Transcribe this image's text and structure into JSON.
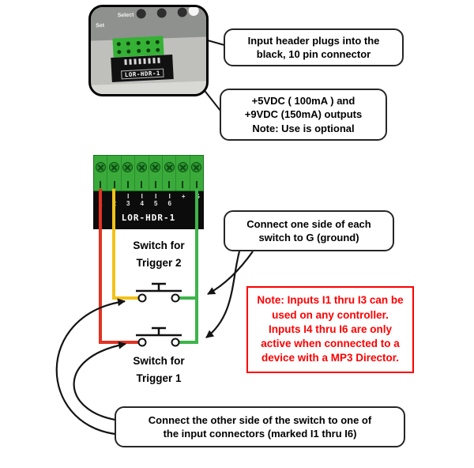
{
  "photo": {
    "select_label": "Select",
    "set_label": "Set",
    "board_label": "LOR-HDR-1"
  },
  "callouts": {
    "header": {
      "line1": "Input header plugs into the",
      "line2": "black, 10 pin connector"
    },
    "power": {
      "line1": "+5VDC ( 100mA ) and",
      "line2": "+9VDC (150mA) outputs",
      "line3": "Note: Use is optional"
    },
    "ground": {
      "line1": "Connect one side of each",
      "line2": "switch to G (ground)"
    },
    "inputs": {
      "line1": "Connect the other side of the switch to one of",
      "line2": "the input connectors (marked I1 thru I6)"
    }
  },
  "note": {
    "text": "Note: Inputs I1 thru I3 can be used on any controller. Inputs I4 thru I6 are only active when connected to a device with a MP3 Director.",
    "color": "#ff0000"
  },
  "terminal": {
    "label": "LOR-HDR-1",
    "pins": [
      "I1",
      "I2",
      "I3",
      "I4",
      "I5",
      "I6",
      "+",
      "G"
    ]
  },
  "switches": {
    "trigger2": {
      "line1": "Switch for",
      "line2": "Trigger 2"
    },
    "trigger1": {
      "line1": "Switch for",
      "line2": "Trigger 1"
    }
  },
  "wires": {
    "red": "#e23222",
    "yellow": "#f2c218",
    "green": "#3eb449"
  }
}
